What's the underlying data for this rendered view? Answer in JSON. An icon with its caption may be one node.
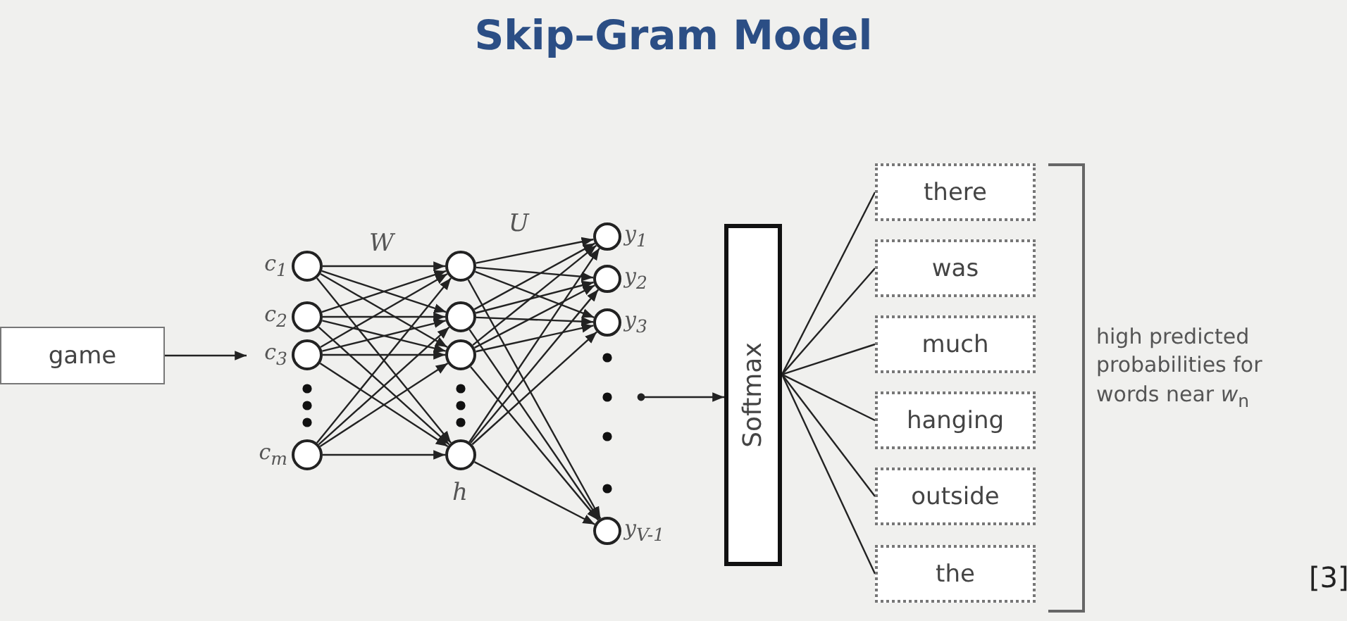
{
  "diagram": {
    "title": "Skip–Gram Model",
    "nodes": [
      {
        "text": [
          "game"
        ]
      },
      {
        "text": [],
        "shape": "circle",
        "beside": [
          "c$_{1}$"
        ]
      },
      {
        "text": [],
        "shape": "circle",
        "beside": [
          "c$_{2}$"
        ]
      },
      {
        "text": [],
        "shape": "circle",
        "beside": [
          "c$_{3}$"
        ]
      },
      {
        "text": [],
        "shape": "circle",
        "beside": [
          "c$_{m}$"
        ]
      },
      {
        "text": [],
        "shape": "circle"
      },
      {
        "text": [],
        "shape": "circle"
      },
      {
        "text": [],
        "shape": "circle"
      },
      {
        "text": [],
        "shape": "circle"
      },
      {
        "text": [],
        "shape": "circle",
        "beside": [
          "y$_{1}$"
        ]
      },
      {
        "text": [],
        "shape": "circle",
        "beside": [
          "y$_{2}$"
        ]
      },
      {
        "text": [],
        "shape": "circle",
        "beside": [
          "y$_{3}$"
        ]
      },
      {
        "text": [],
        "shape": "circle",
        "beside": [
          "y$_{V-1}$"
        ]
      },
      {
        "text": [
          "Softmax"
        ]
      },
      {
        "text": [
          "there"
        ]
      },
      {
        "text": [
          "was"
        ]
      },
      {
        "text": [
          "much"
        ]
      },
      {
        "text": [
          "hanging"
        ]
      },
      {
        "text": [
          "outside"
        ]
      },
      {
        "text": [
          "the"
        ]
      }
    ],
    "edges": [
      {
        "from": 0,
        "to": 3,
        "arrow": "to"
      },
      {
        "from": 1,
        "to": 5,
        "arrow": "to"
      },
      {
        "from": 1,
        "to": 6,
        "arrow": "to"
      },
      {
        "from": 1,
        "to": 7,
        "arrow": "to"
      },
      {
        "from": 1,
        "to": 8,
        "arrow": "to"
      },
      {
        "from": 2,
        "to": 5,
        "arrow": "to"
      },
      {
        "from": 2,
        "to": 6,
        "arrow": "to"
      },
      {
        "from": 2,
        "to": 7,
        "arrow": "to"
      },
      {
        "from": 2,
        "to": 8,
        "arrow": "to"
      },
      {
        "from": 3,
        "to": 5,
        "arrow": "to"
      },
      {
        "from": 3,
        "to": 6,
        "arrow": "to"
      },
      {
        "from": 3,
        "to": 7,
        "arrow": "to"
      },
      {
        "from": 3,
        "to": 8,
        "arrow": "to"
      },
      {
        "from": 4,
        "to": 5,
        "arrow": "to"
      },
      {
        "from": 4,
        "to": 6,
        "arrow": "to"
      },
      {
        "from": 4,
        "to": 7,
        "arrow": "to"
      },
      {
        "from": 4,
        "to": 8,
        "arrow": "to"
      },
      {
        "from": 5,
        "to": 9,
        "arrow": "to"
      },
      {
        "from": 5,
        "to": 10,
        "arrow": "to"
      },
      {
        "from": 5,
        "to": 11,
        "arrow": "to"
      },
      {
        "from": 5,
        "to": 12,
        "arrow": "to"
      },
      {
        "from": 6,
        "to": 9,
        "arrow": "to"
      },
      {
        "from": 6,
        "to": 10,
        "arrow": "to"
      },
      {
        "from": 6,
        "to": 11,
        "arrow": "to"
      },
      {
        "from": 6,
        "to": 12,
        "arrow": "to"
      },
      {
        "from": 7,
        "to": 9,
        "arrow": "to"
      },
      {
        "from": 7,
        "to": 10,
        "arrow": "to"
      },
      {
        "from": 7,
        "to": 11,
        "arrow": "to"
      },
      {
        "from": 7,
        "to": 12,
        "arrow": "to"
      },
      {
        "from": 8,
        "to": 9,
        "arrow": "to"
      },
      {
        "from": 8,
        "to": 10,
        "arrow": "to"
      },
      {
        "from": 8,
        "to": 11,
        "arrow": "to"
      },
      {
        "from": 8,
        "to": 12,
        "arrow": "to"
      },
      {
        "from": null,
        "to": 13,
        "arrow": "to"
      },
      {
        "from": 13,
        "to": 14,
        "arrow": "none"
      },
      {
        "from": 13,
        "to": 15,
        "arrow": "none"
      },
      {
        "from": 13,
        "to": 16,
        "arrow": "none"
      },
      {
        "from": 13,
        "to": 17,
        "arrow": "none"
      },
      {
        "from": 13,
        "to": 18,
        "arrow": "none"
      },
      {
        "from": 13,
        "to": 19,
        "arrow": "none"
      }
    ],
    "labels": [
      "W",
      "U",
      "h",
      "high predicted probabilities for words near *w*$_{n}$",
      "[3]"
    ]
  }
}
